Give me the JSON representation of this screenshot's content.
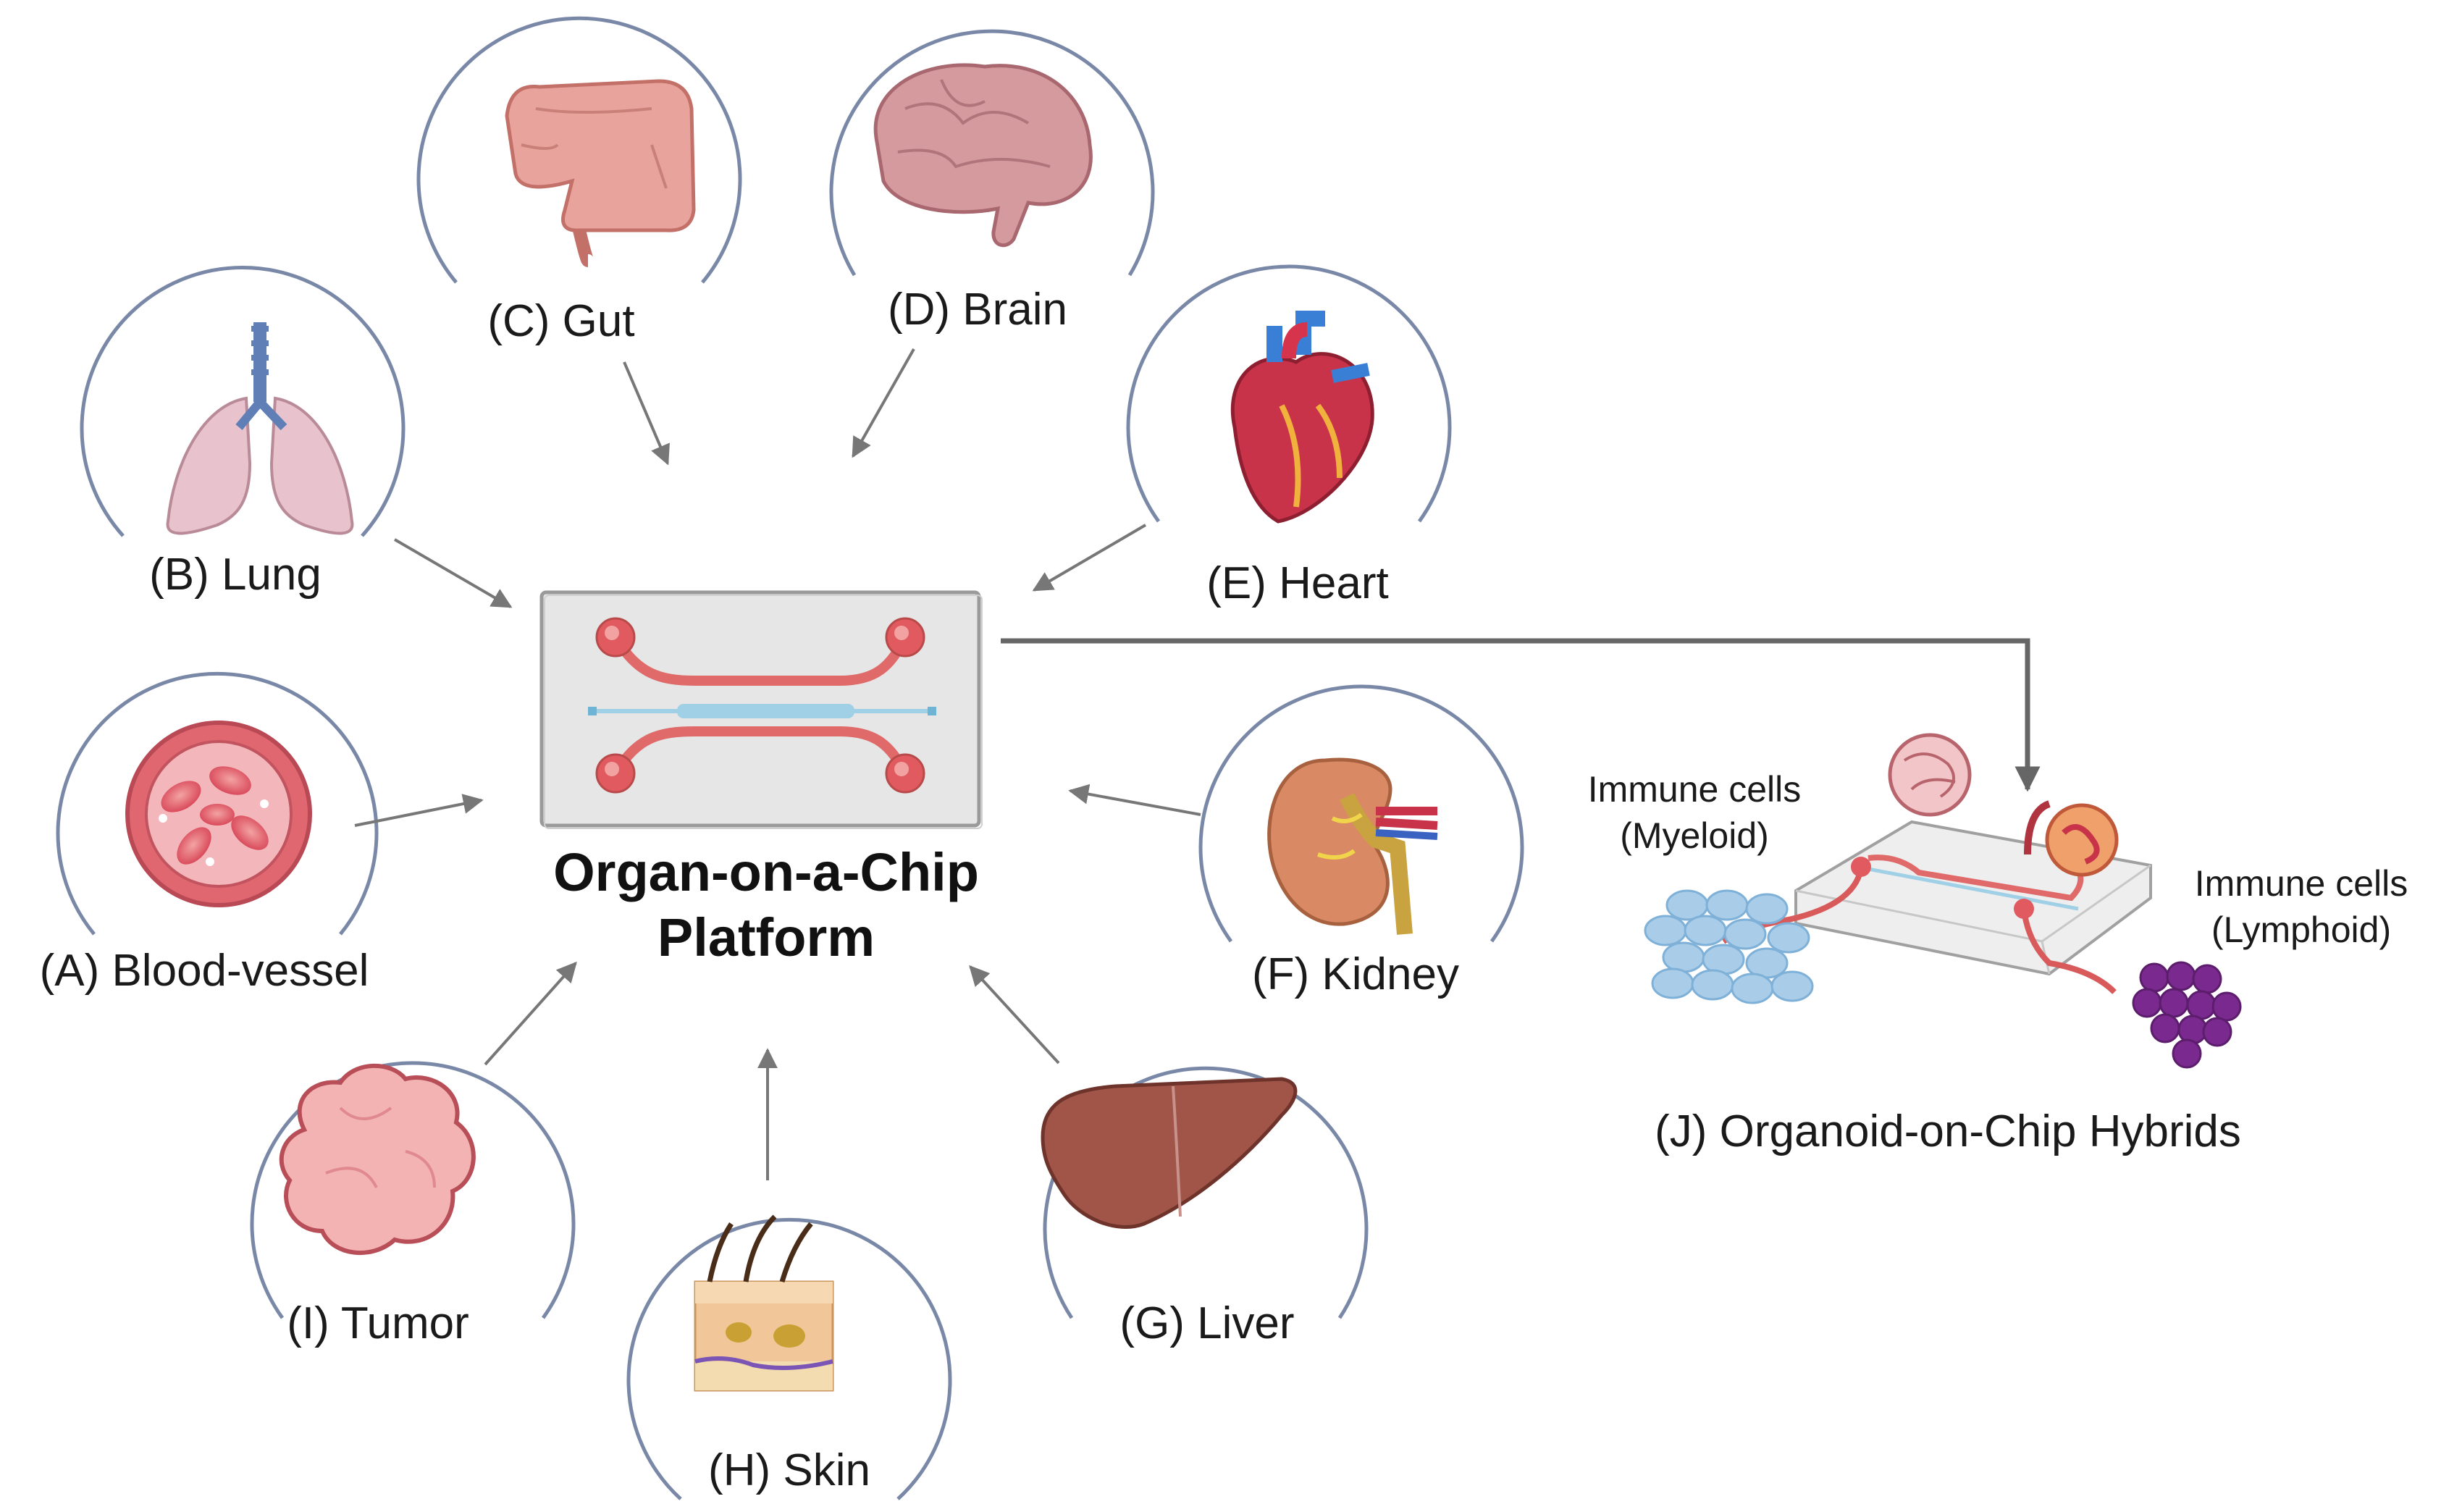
{
  "center": {
    "title_line1": "Organ-on-a-Chip",
    "title_line2": "Platform"
  },
  "organs": {
    "blood_vessel": "(A) Blood-vessel",
    "lung": "(B) Lung",
    "gut": "(C) Gut",
    "brain": "(D) Brain",
    "heart": "(E) Heart",
    "kidney": "(F) Kidney",
    "liver": "(G) Liver",
    "skin": "(H) Skin",
    "tumor": "(I) Tumor"
  },
  "hybrid": {
    "title": "(J) Organoid-on-Chip Hybrids",
    "myeloid_line1": "Immune cells",
    "myeloid_line2": "(Myeloid)",
    "lymphoid_line1": "Immune cells",
    "lymphoid_line2": "(Lymphoid)"
  },
  "colors": {
    "circle_stroke": "#7a88a8",
    "arrow": "#777777",
    "chip_channel": "#e06a6a",
    "chip_center_channel": "#9fd0e6"
  }
}
